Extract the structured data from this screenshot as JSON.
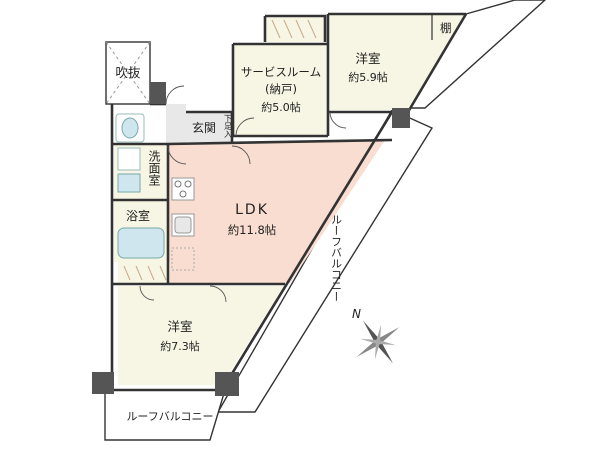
{
  "rooms": {
    "service_room": {
      "name": "サービスルーム",
      "sub": "(納戸)",
      "size": "約5.0帖"
    },
    "western_top": {
      "name": "洋室",
      "size": "約5.9帖"
    },
    "shelf": {
      "name": "棚"
    },
    "void": {
      "name": "吹抜"
    },
    "entrance": {
      "name": "玄関"
    },
    "shoe_box": {
      "name": "下足入"
    },
    "washroom": {
      "name": "洗面室"
    },
    "bathroom": {
      "name": "浴室"
    },
    "ldk": {
      "name": "LDK",
      "size": "約11.8帖"
    },
    "western_bottom": {
      "name": "洋室",
      "size": "約7.3帖"
    }
  },
  "balconies": {
    "roof_balcony_side": "ルーフバルコニー",
    "roof_balcony_bottom": "ルーフバルコニー"
  },
  "compass": {
    "label": "N"
  },
  "colors": {
    "room_fill": "#f7f6e4",
    "ldk_fill": "#f8ddd0",
    "wall": "#333333",
    "column": "#555555",
    "floor_grey": "#e8e8e8"
  }
}
